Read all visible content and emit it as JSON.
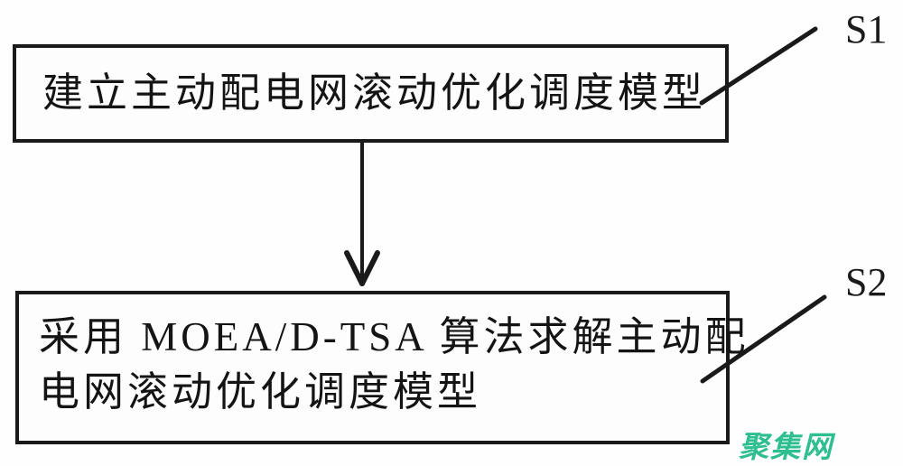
{
  "figure": {
    "type": "flowchart",
    "background": "#ffffff",
    "line_color": "#1a1a1a",
    "steps": [
      {
        "label": "S1",
        "lines": [
          "建立主动配电网滚动优化调度模型"
        ],
        "text": "建立主动配电网滚动优化调度模型"
      },
      {
        "label": "S2",
        "lines": [
          "采用 MOEA/D-TSA 算法求解主动配",
          "电网滚动优化调度模型"
        ],
        "text": "采用 MOEA/D-TSA 算法求解主动配电网滚动优化调度模型"
      }
    ],
    "connector": {
      "icon": "arrow-down-icon",
      "from_step": "S1",
      "to_step": "S2"
    },
    "watermark": {
      "text": "聚集网",
      "color": "#2ebe8f"
    }
  }
}
